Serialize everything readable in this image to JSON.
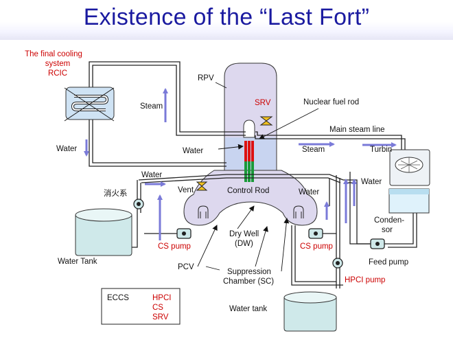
{
  "title": "Existence of the “Last Fort”",
  "labels": {
    "rcic_line1": "The final cooling",
    "rcic_line2": "system",
    "rcic_line3": "RCIC",
    "steam_left": "Steam",
    "water_left": "Water",
    "rpv": "RPV",
    "srv": "SRV",
    "nuclear_fuel_rod": "Nuclear fuel rod",
    "main_steam_line": "Main steam line",
    "steam_main": "Steam",
    "turbin": "Turbin",
    "water_core": "Water",
    "water_top": "Water",
    "vent": "Vent",
    "control_rod": "Control Rod",
    "water_mid": "Water",
    "water_right": "Water",
    "shokakei": "消火系",
    "condenser_line1": "Conden-",
    "condenser_line2": "sor",
    "dry_well": "Dry Well",
    "dw": "(DW)",
    "cs_pump_left": "CS pump",
    "cs_pump_right": "CS pump",
    "feed_pump": "Feed pump",
    "water_tank_left": "Water Tank",
    "pcv": "PCV",
    "suppression": "Suppression",
    "chamber_sc": "Chamber (SC)",
    "hpci_pump": "HPCI pump",
    "water_tank_bottom": "Water tank"
  },
  "legend": {
    "title": "ECCS",
    "items": [
      "HPCI",
      "CS",
      "SRV"
    ]
  },
  "colors": {
    "title": "#1a1aa0",
    "red_label": "#cc0000",
    "arrow": "#7a7ad8",
    "pipe": "#222222",
    "rpv_fill": "#ddd8ee",
    "pcv_fill": "#ddd8ee",
    "tank_fill": "#cfe9ea"
  }
}
